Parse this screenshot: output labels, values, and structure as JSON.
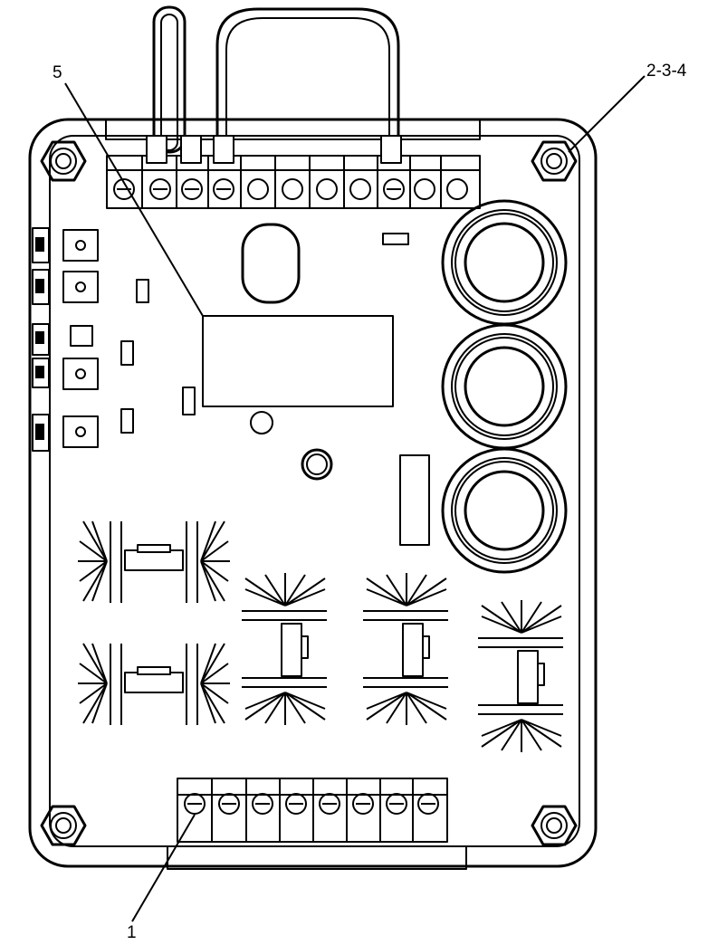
{
  "callouts": {
    "c1": "1",
    "c5": "5",
    "c234": "2-3-4"
  },
  "colors": {
    "line": "#000000",
    "background": "#ffffff"
  }
}
